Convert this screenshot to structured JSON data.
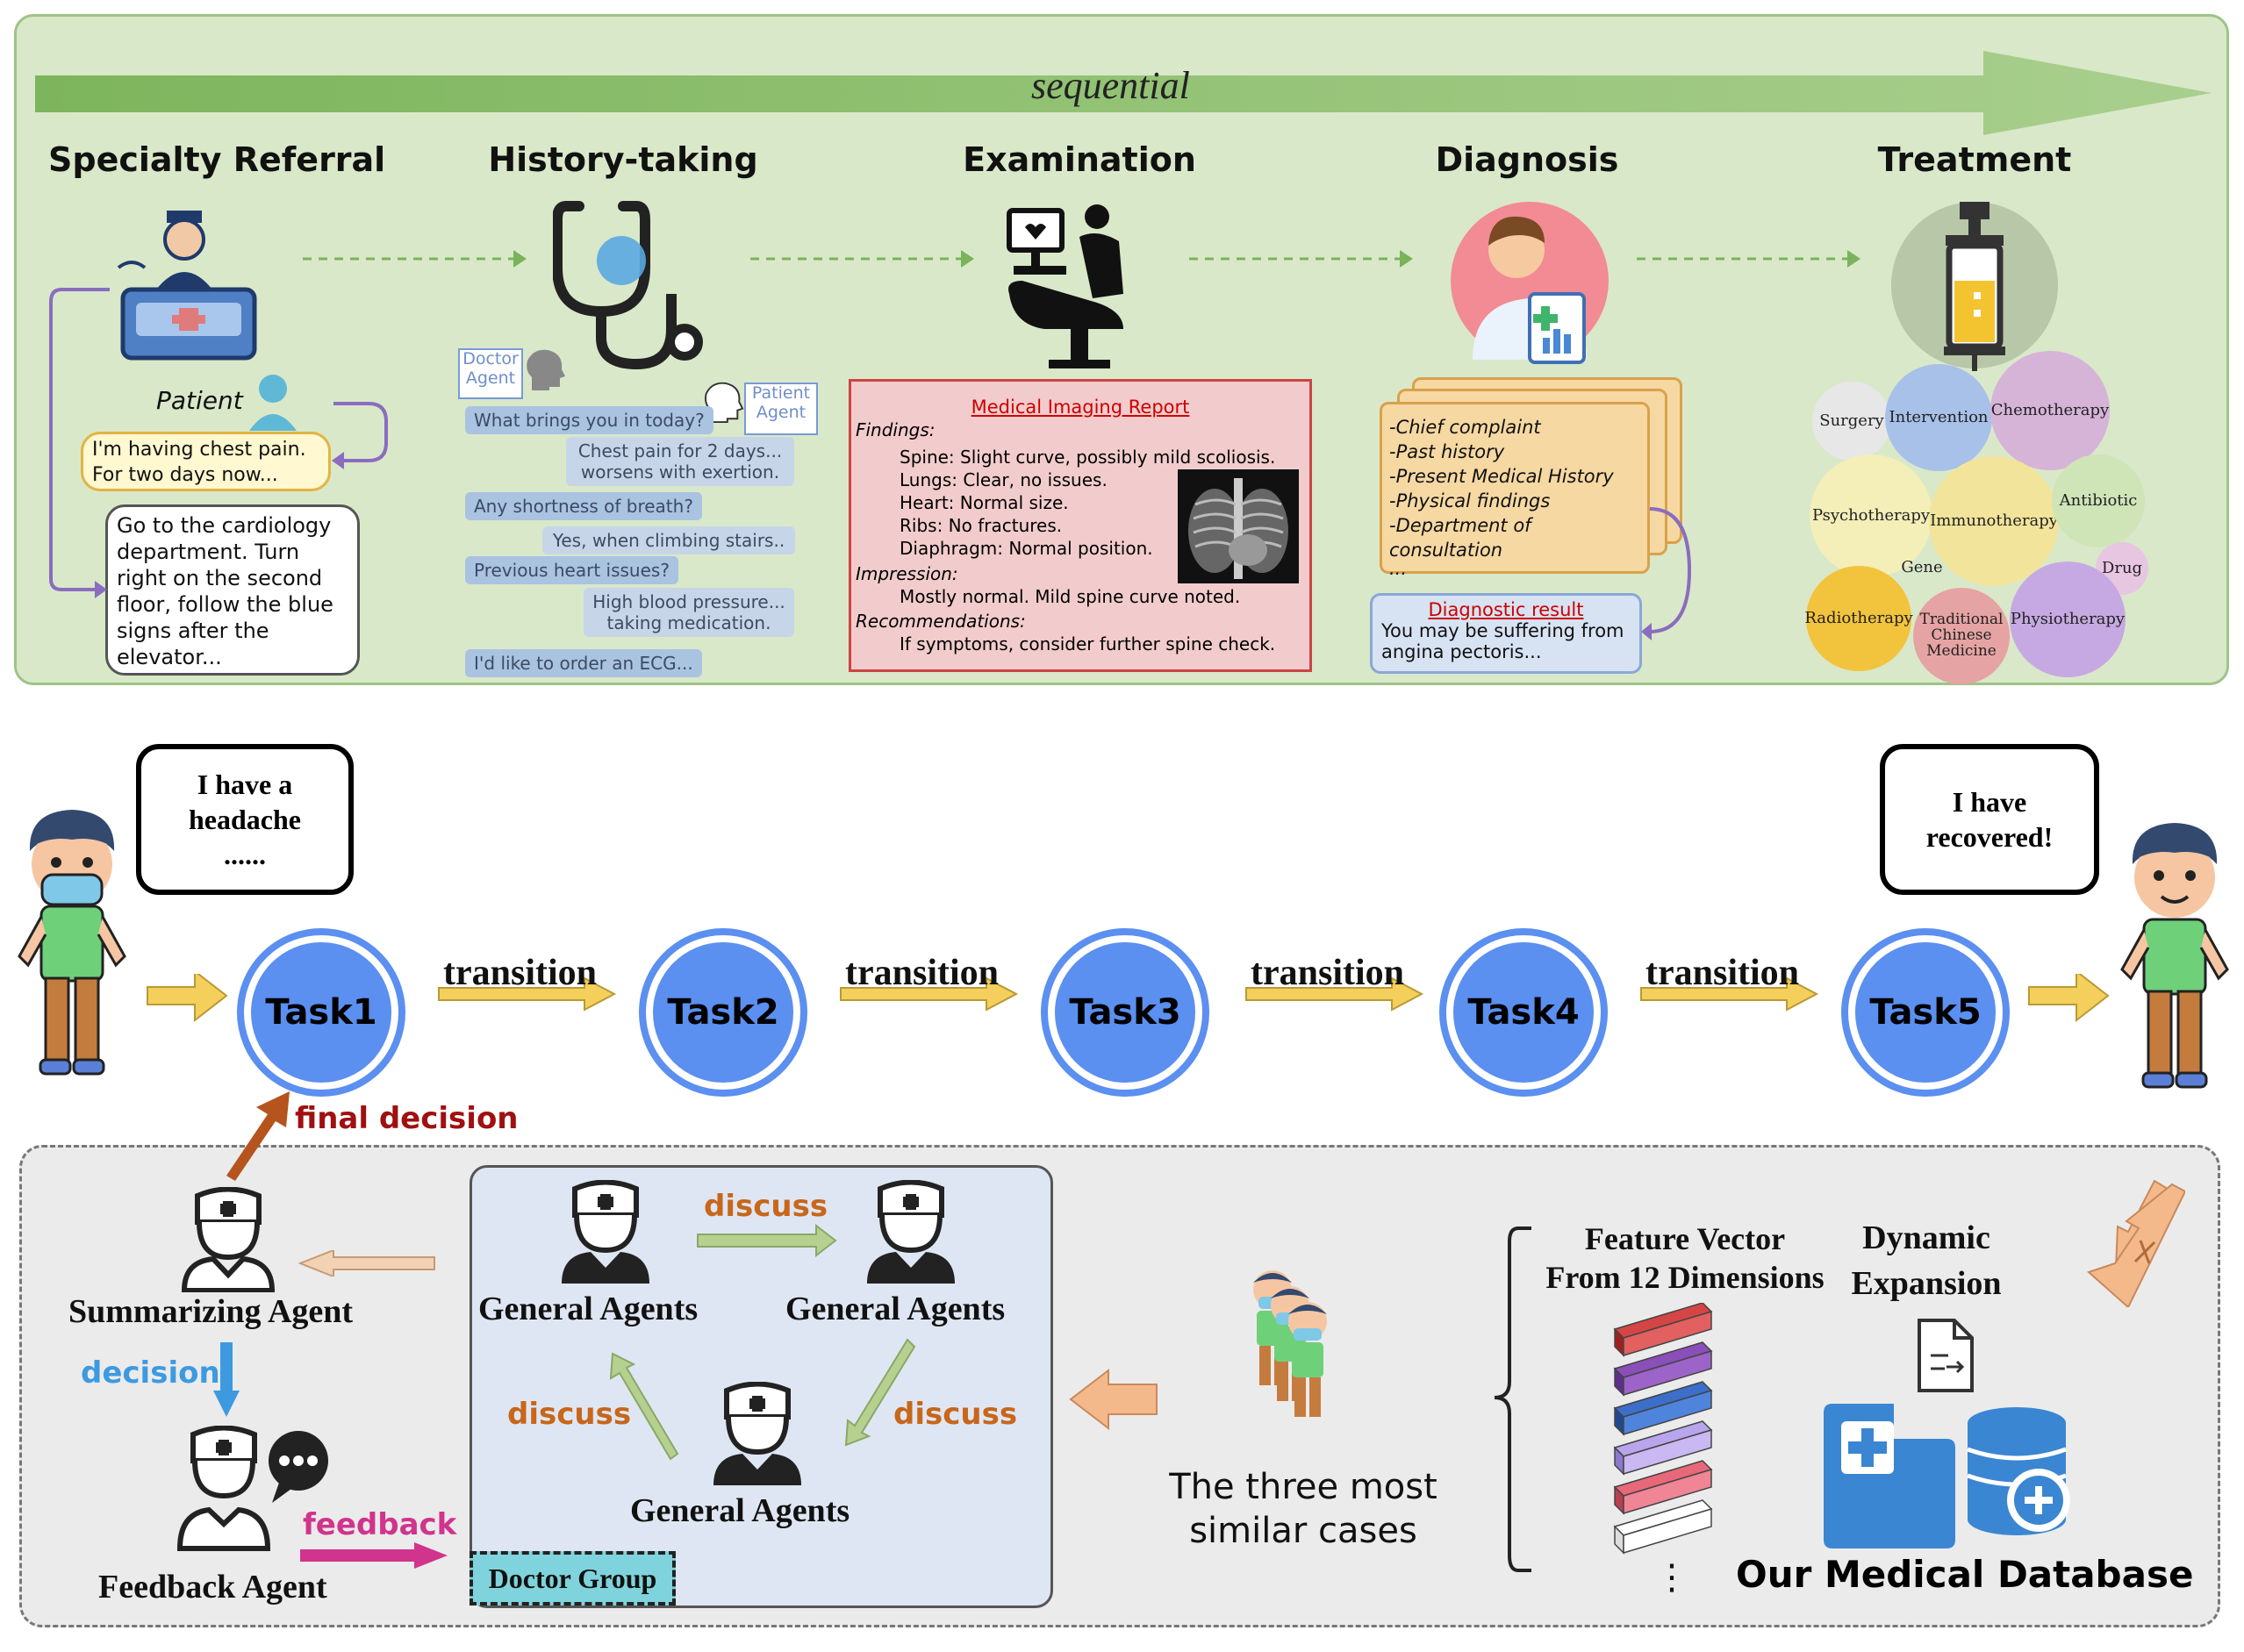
{
  "top": {
    "sequential_label": "sequential",
    "stages": [
      "Specialty Referral",
      "History-taking",
      "Examination",
      "Diagnosis",
      "Treatment"
    ],
    "referral": {
      "patient_label": "Patient",
      "patient_bubble": [
        "I'm having chest pain.",
        "For two days now..."
      ],
      "nurse_bubble": [
        "Go to the cardiology",
        "department. Turn",
        "right on the second",
        "floor, follow the blue",
        "signs after the",
        "elevator..."
      ]
    },
    "history": {
      "doctor_agent": [
        "Doctor",
        "Agent"
      ],
      "patient_agent": [
        "Patient",
        "Agent"
      ],
      "chat": [
        "What brings you in today?",
        "Chest pain for 2 days... worsens with exertion.",
        "Any shortness of breath?",
        "Yes, when climbing stairs..",
        "Previous heart issues?",
        "High blood pressure... taking medication.",
        "I'd like to order an ECG..."
      ]
    },
    "report": {
      "title": "Medical Imaging Report",
      "findings_label": "Findings:",
      "findings": [
        "Spine: Slight curve, possibly mild scoliosis.",
        "Lungs: Clear, no issues.",
        "Heart: Normal size.",
        "Ribs: No fractures.",
        "Diaphragm: Normal position."
      ],
      "impression_label": "Impression:",
      "impression": "Mostly normal. Mild spine curve noted.",
      "recommendations_label": "Recommendations:",
      "recommendations": "If symptoms, consider further spine check."
    },
    "diagnosis": {
      "items": [
        "-Chief complaint",
        "-Past history",
        "-Present Medical History",
        "-Physical findings",
        "-Department of consultation",
        "..."
      ],
      "result_title": "Diagnostic result",
      "result_text": [
        "You may be suffering from",
        "angina pectoris..."
      ]
    },
    "treatments": [
      "Surgery",
      "Intervention",
      "Chemotherapy",
      "Psychotherapy",
      "Immunotherapy",
      "Antibiotic",
      "Gene",
      "Drug",
      "Radiotherapy",
      "Traditional Chinese Medicine",
      "Physiotherapy"
    ]
  },
  "middle": {
    "speech_left": [
      "I have a",
      "headache",
      "......"
    ],
    "speech_right": [
      "I have",
      "recovered!"
    ],
    "tasks": [
      "Task1",
      "Task2",
      "Task3",
      "Task4",
      "Task5"
    ],
    "transition_label": "transition"
  },
  "bottom": {
    "final_decision": "final decision",
    "summarizing_agent": "Summarizing Agent",
    "decision": "decision",
    "feedback": "feedback",
    "feedback_agent": "Feedback Agent",
    "general_agents": "General Agents",
    "discuss": "discuss",
    "doctor_group": "Doctor Group",
    "similar_cases": [
      "The three most",
      "similar cases"
    ],
    "feature_vector": [
      "Feature Vector",
      "From 12 Dimensions"
    ],
    "dynamic_expansion": [
      "Dynamic",
      "Expansion"
    ],
    "vdots": "⋮",
    "database": "Our Medical Database"
  },
  "colors": {
    "panel_green": "#d9e8c9",
    "task_blue": "#5b8ff0",
    "arrow_yellow": "#f4cf5c",
    "discuss_orange": "#c8661a",
    "decision_blue": "#3d9ae0",
    "feedback_pink": "#d0348c",
    "final_decision_red": "#a01010"
  },
  "icons": [
    "nurse-desk-icon",
    "stethoscope-icon",
    "ultrasound-exam-icon",
    "doctor-clipboard-icon",
    "syringe-icon",
    "doctor-agent-icon",
    "patient-boy-icon",
    "database-icon",
    "document-export-icon"
  ]
}
